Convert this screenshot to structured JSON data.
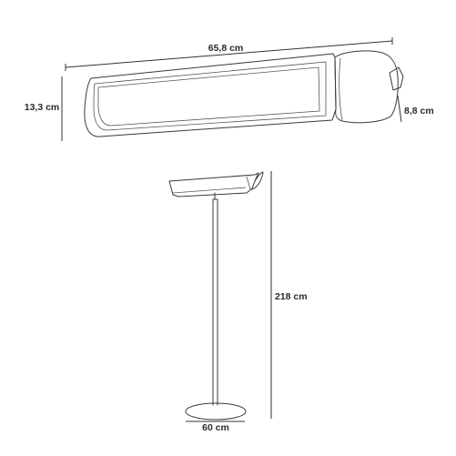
{
  "dimensions": {
    "width": "65,8 cm",
    "height": "13,3 cm",
    "depth": "8,8 cm",
    "total_height": "218 cm",
    "base_diameter": "60 cm"
  },
  "colors": {
    "line": "#3a3a3a",
    "background": "#ffffff"
  }
}
